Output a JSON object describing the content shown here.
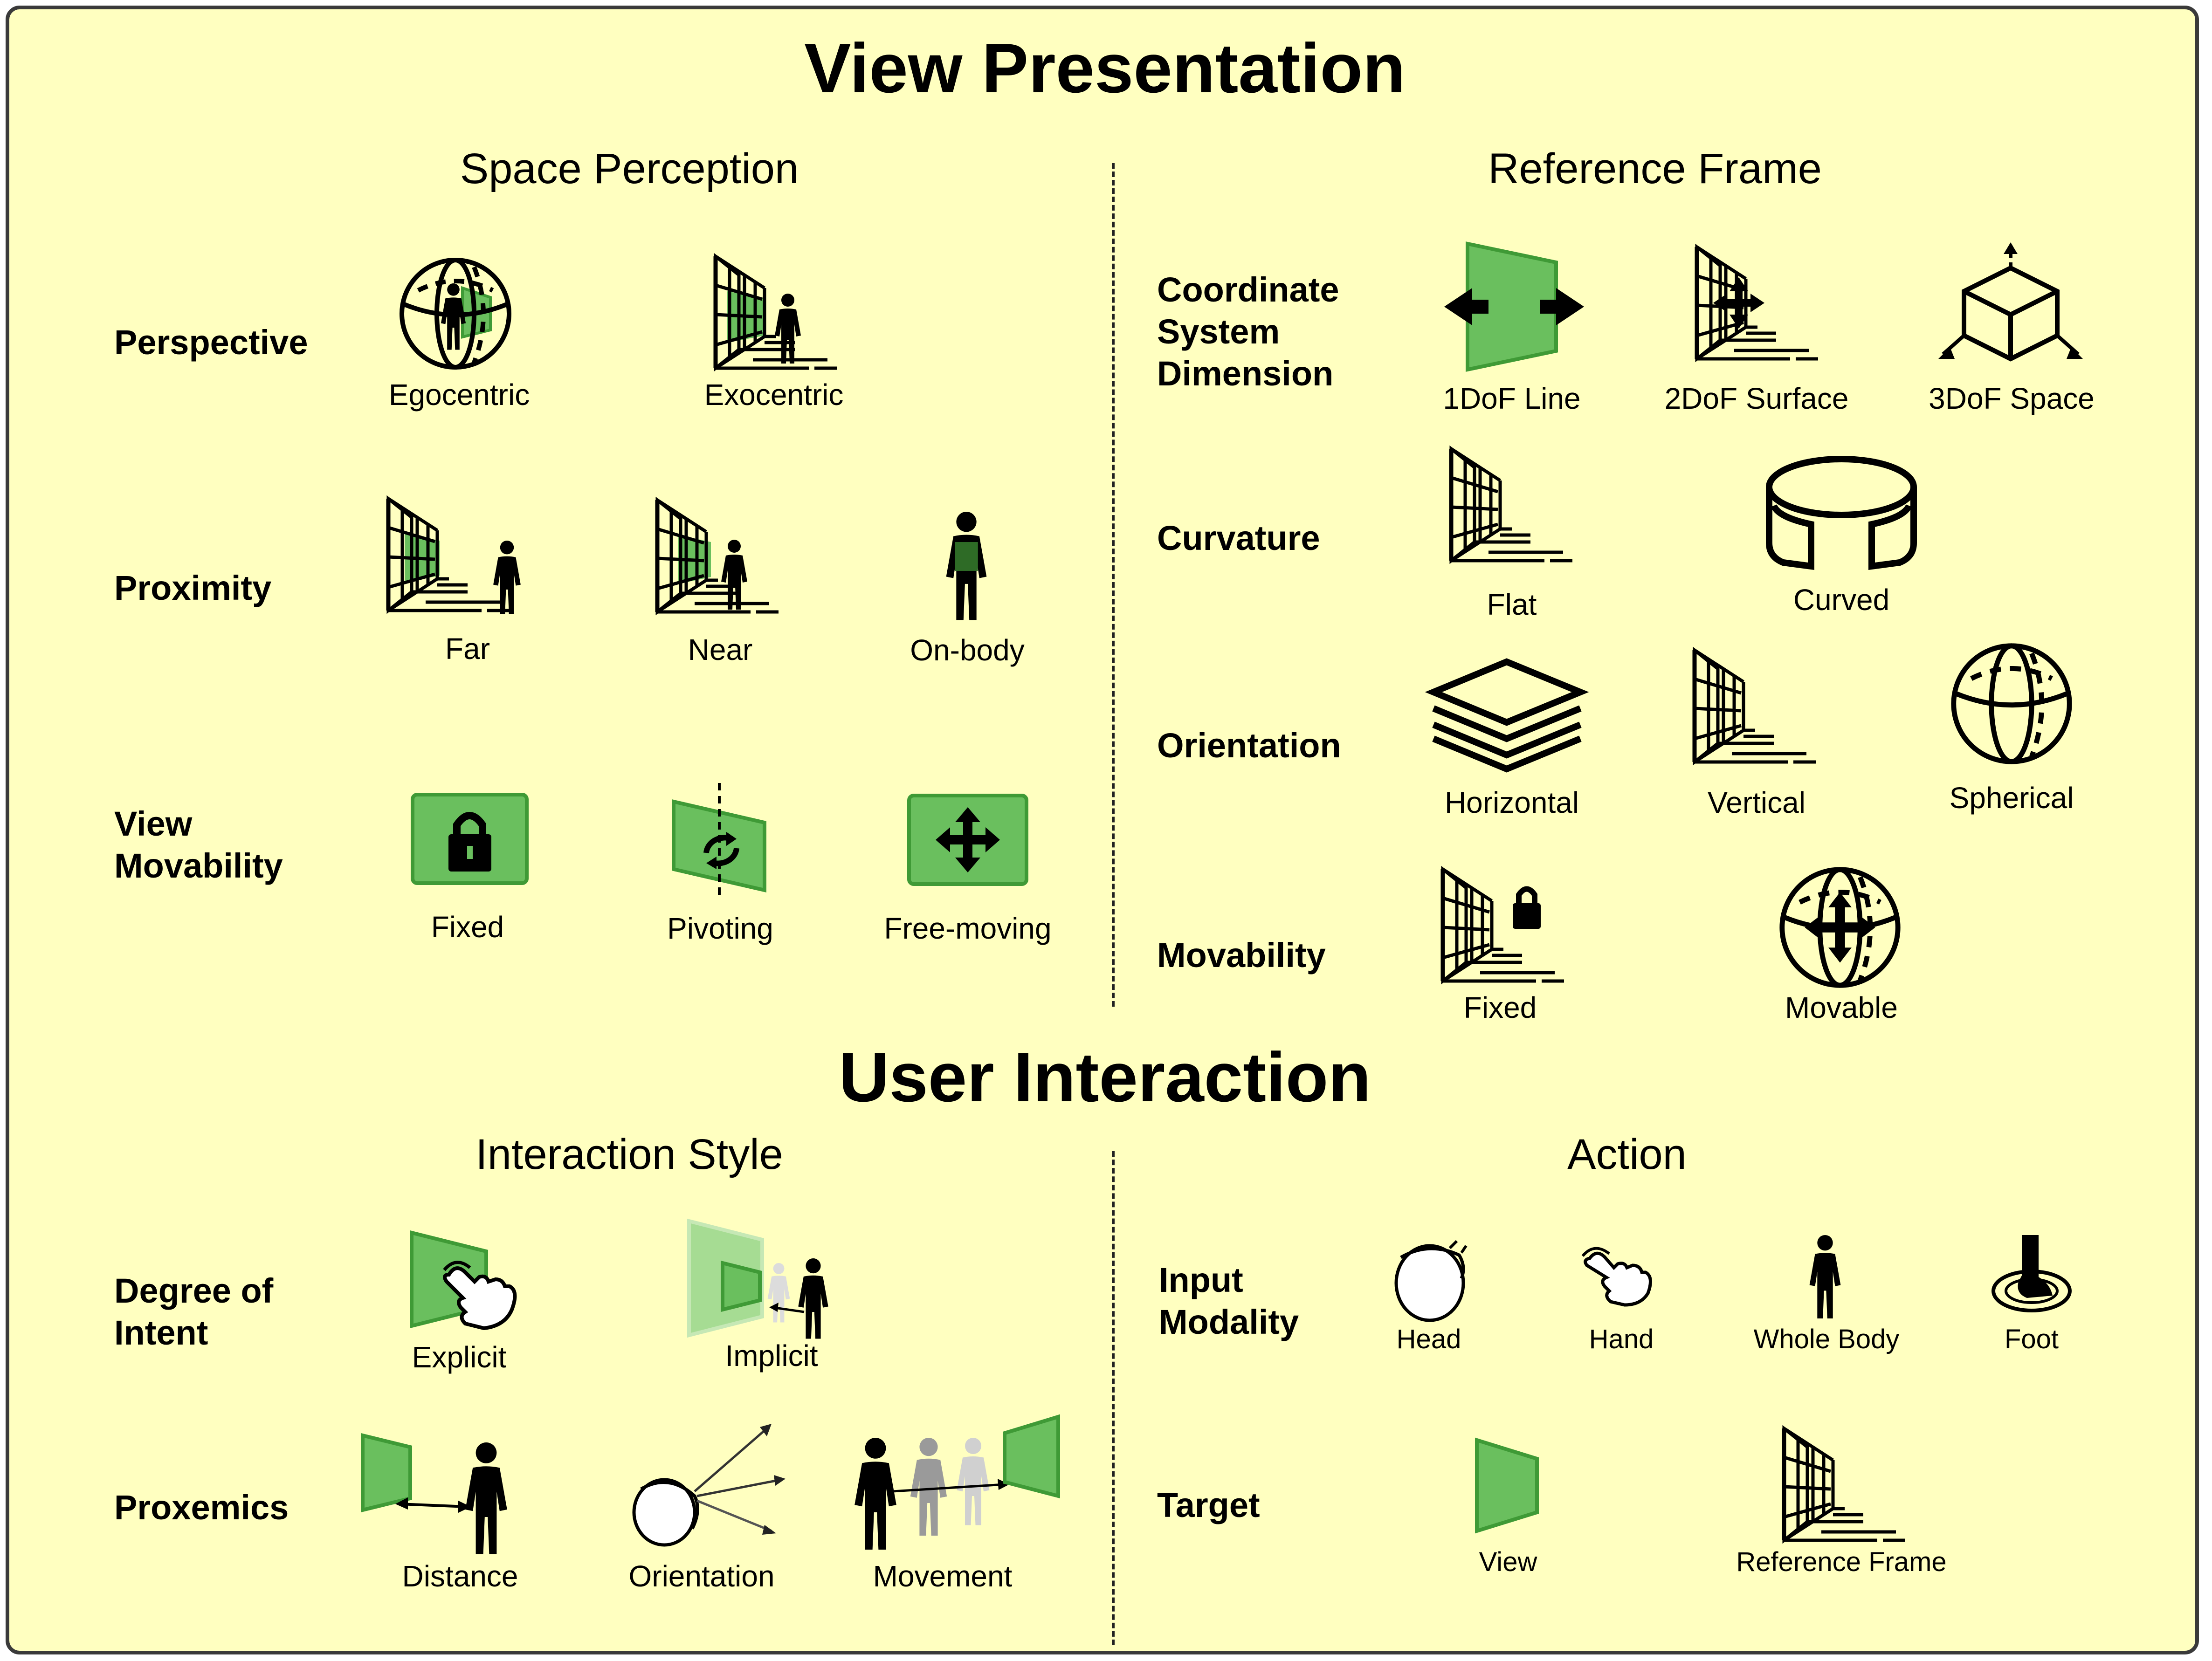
{
  "view_presentation": {
    "title": "View Presentation",
    "space_perception": {
      "title": "Space Perception",
      "rows": {
        "perspective": {
          "label": "Perspective",
          "items": [
            "Egocentric",
            "Exocentric"
          ]
        },
        "proximity": {
          "label": "Proximity",
          "items": [
            "Far",
            "Near",
            "On-body"
          ]
        },
        "view_movability": {
          "label": "View\nMovability",
          "items": [
            "Fixed",
            "Pivoting",
            "Free-moving"
          ]
        }
      }
    },
    "reference_frame": {
      "title": "Reference Frame",
      "rows": {
        "coordinate_system": {
          "label": "Coordinate\nSystem\nDimension",
          "items": [
            "1DoF Line",
            "2DoF Surface",
            "3DoF Space"
          ]
        },
        "curvature": {
          "label": "Curvature",
          "items": [
            "Flat",
            "Curved"
          ]
        },
        "orientation": {
          "label": "Orientation",
          "items": [
            "Horizontal",
            "Vertical",
            "Spherical"
          ]
        },
        "movability": {
          "label": "Movability",
          "items": [
            "Fixed",
            "Movable"
          ]
        }
      }
    }
  },
  "user_interaction": {
    "title": "User Interaction",
    "interaction_style": {
      "title": "Interaction Style",
      "rows": {
        "degree_of_intent": {
          "label": "Degree of\nIntent",
          "items": [
            "Explicit",
            "Implicit"
          ]
        },
        "proxemics": {
          "label": "Proxemics",
          "items": [
            "Distance",
            "Orientation",
            "Movement"
          ]
        }
      }
    },
    "action": {
      "title": "Action",
      "rows": {
        "input_modality": {
          "label": "Input\nModality",
          "items": [
            "Head",
            "Hand",
            "Whole Body",
            "Foot"
          ]
        },
        "target": {
          "label": "Target",
          "items": [
            "View",
            "Reference Frame"
          ]
        }
      }
    }
  },
  "colors": {
    "background": "#ffffc0",
    "border": "#3a3a3a",
    "accent_green": "#6abf5e",
    "accent_green_dark": "#3f9a36",
    "ink": "#000000"
  }
}
